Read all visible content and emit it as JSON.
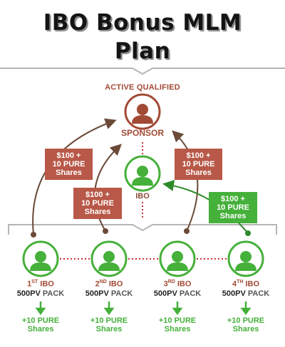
{
  "title": {
    "line1": "IBO Bonus MLM",
    "line2": "Plan"
  },
  "top": {
    "active_qualified": "ACTIVE QUALIFIED",
    "sponsor": "SPONSOR",
    "ibo": "IBO"
  },
  "bonus_boxes": [
    {
      "line1": "$100 +",
      "line2": "10 PURE",
      "line3": "Shares"
    },
    {
      "line1": "$100 +",
      "line2": "10 PURE",
      "line3": "Shares"
    },
    {
      "line1": "$100 +",
      "line2": "10 PURE",
      "line3": "Shares"
    },
    {
      "line1": "$100 +",
      "line2": "10 PURE",
      "line3": "Shares"
    }
  ],
  "ibos": [
    {
      "ord": "1",
      "sup": "ST",
      "name": "IBO",
      "pv": "500PV",
      "pack": "PACK",
      "reward1": "+10 PURE",
      "reward2": "Shares"
    },
    {
      "ord": "2",
      "sup": "ND",
      "name": "IBO",
      "pv": "500PV",
      "pack": "PACK",
      "reward1": "+10 PURE",
      "reward2": "Shares"
    },
    {
      "ord": "3",
      "sup": "RD",
      "name": "IBO",
      "pv": "500PV",
      "pack": "PACK",
      "reward1": "+10 PURE",
      "reward2": "Shares"
    },
    {
      "ord": "4",
      "sup": "TH",
      "name": "IBO",
      "pv": "500PV",
      "pack": "PACK",
      "reward1": "+10 PURE",
      "reward2": "Shares"
    }
  ],
  "colors": {
    "brown": "#a24a35",
    "red_box": "#b85848",
    "green": "#45b03a",
    "gray_line": "#b5b5b5"
  }
}
